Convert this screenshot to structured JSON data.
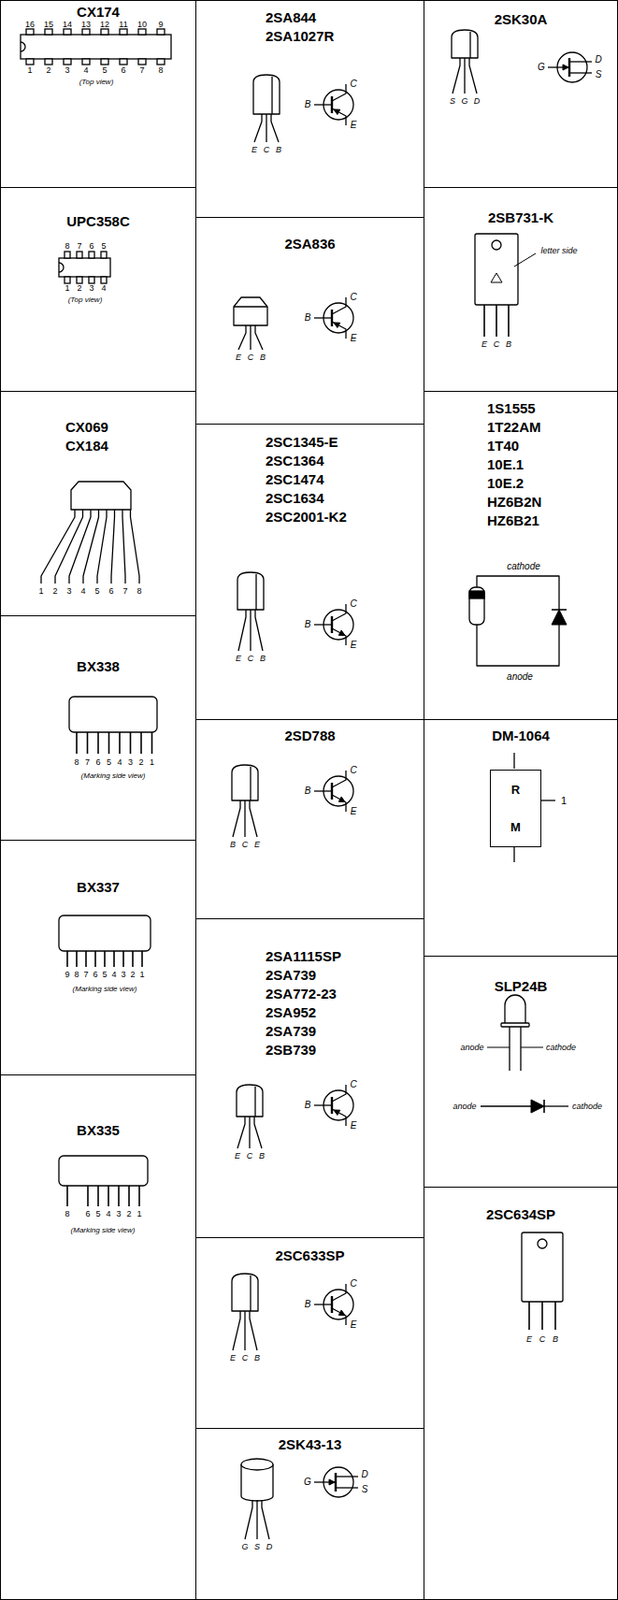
{
  "diagram": {
    "nodes": [
      {
        "text": [
          "CX174"
        ]
      },
      {
        "text": [
          "UPC358C"
        ]
      },
      {
        "text": [
          "CX069 CX184"
        ]
      },
      {
        "text": [
          "BX338"
        ]
      },
      {
        "text": [
          "BX337"
        ]
      },
      {
        "text": [
          "BX335"
        ]
      },
      {
        "text": [
          "2SA844 2SA1027R"
        ]
      },
      {
        "text": [
          "2SA836"
        ]
      },
      {
        "text": [
          "2SC1345-E 2SC1364 2SC1474 2SC1634 2SC2001-K2"
        ]
      },
      {
        "text": [
          "2SD788"
        ]
      },
      {
        "text": [
          "2SA1115SP 2SA739 2SA772-23 2SA952 2SA739 2SB739"
        ]
      },
      {
        "text": [
          "2SC633SP"
        ]
      },
      {
        "text": [
          "2SK43-13"
        ]
      },
      {
        "text": [
          "2SK30A"
        ]
      },
      {
        "text": [
          "2SB731-K"
        ]
      },
      {
        "text": [
          "1S1555 1T22AM 1T40 10E.1 10E.2 HZ6B2N HZ6B21"
        ]
      },
      {
        "text": [
          "DM-1064"
        ]
      },
      {
        "text": [
          "R",
          "M"
        ],
        "in": 16
      },
      {
        "text": [
          "SLP24B"
        ]
      },
      {
        "text": [
          "2SC634SP"
        ]
      }
    ],
    "labels": [
      "16",
      "15",
      "14",
      "13",
      "12",
      "11",
      "10",
      "9",
      "1",
      "2",
      "3",
      "4",
      "5",
      "6",
      "7",
      "8",
      "(Top view)",
      "8",
      "7",
      "6",
      "5",
      "1",
      "2",
      "3",
      "4",
      "(Top view)",
      "1",
      "2",
      "3",
      "4",
      "5",
      "6",
      "7",
      "8",
      "8",
      "7",
      "6",
      "5",
      "4",
      "3",
      "2",
      "1",
      "(Marking side view)",
      "9",
      "8",
      "7",
      "6",
      "5",
      "4",
      "3",
      "2",
      "1",
      "(Marking side view)",
      "8",
      "6",
      "5",
      "4",
      "3",
      "2",
      "1",
      "(Marking side view)",
      "E",
      "C",
      "B",
      "B",
      "C",
      "E",
      "E",
      "C",
      "B",
      "B",
      "C",
      "E",
      "E",
      "C",
      "B",
      "B",
      "C",
      "E",
      "B",
      "C",
      "E",
      "B",
      "C",
      "E",
      "E",
      "C",
      "B",
      "B",
      "C",
      "E",
      "E",
      "C",
      "B",
      "B",
      "C",
      "E",
      "G",
      "S",
      "D",
      "G",
      "D",
      "S",
      "S",
      "G",
      "D",
      "G",
      "D",
      "S",
      "letter side",
      "E",
      "C",
      "B",
      "cathode",
      "anode",
      "1",
      "anode",
      "cathode",
      "anode",
      "cathode",
      "E",
      "C",
      "B"
    ]
  }
}
